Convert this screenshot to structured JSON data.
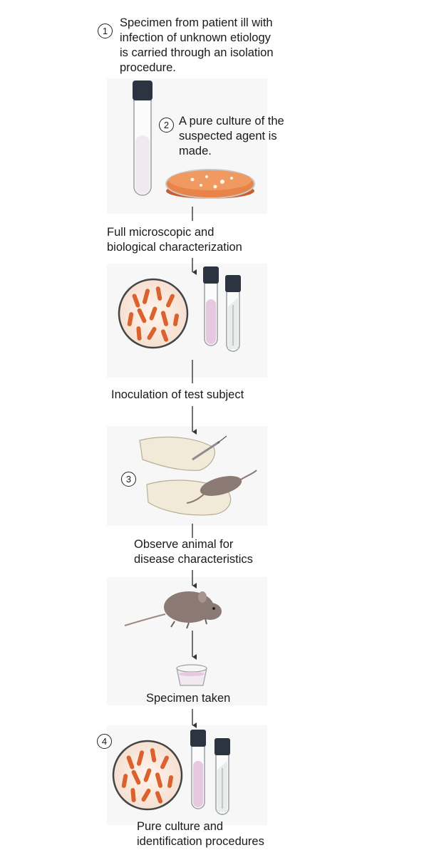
{
  "steps": {
    "s1": {
      "number": "1",
      "text": "Specimen from patient ill with\ninfection of unknown etiology\nis carried through an isolation\nprocedure."
    },
    "s2": {
      "number": "2",
      "text": "A pure culture of the\nsuspected agent is\nmade."
    },
    "s3": {
      "number": "3"
    },
    "s4": {
      "number": "4"
    }
  },
  "labels": {
    "characterization": "Full microscopic and\nbiological characterization",
    "inoculation": "Inoculation of test subject",
    "observe": "Observe animal for\ndisease characteristics",
    "specimen": "Specimen taken",
    "final": "Pure culture and\nidentification procedures"
  },
  "colors": {
    "agar": "#e8834a",
    "bacteria": "#d9622f",
    "cap": "#2b3440",
    "media_pink": "#e6c9e0",
    "glove": "#f1ead8",
    "mouse": "#8a7a73",
    "arrow": "#333333"
  }
}
